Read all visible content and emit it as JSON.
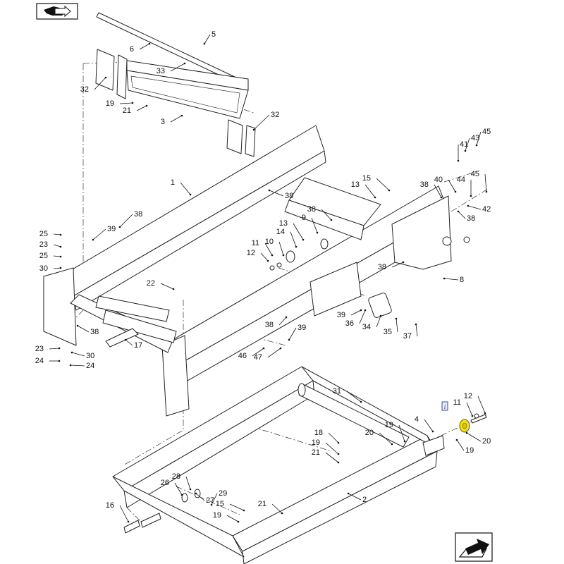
{
  "callouts": [
    {
      "id": "c5",
      "text": "5"
    },
    {
      "id": "c6",
      "text": "6"
    },
    {
      "id": "c33",
      "text": "33"
    },
    {
      "id": "c32a",
      "text": "32"
    },
    {
      "id": "c19a",
      "text": "19"
    },
    {
      "id": "c21a",
      "text": "21"
    },
    {
      "id": "c3",
      "text": "3"
    },
    {
      "id": "c32b",
      "text": "32"
    },
    {
      "id": "c45a",
      "text": "45"
    },
    {
      "id": "c43",
      "text": "43"
    },
    {
      "id": "c41",
      "text": "41"
    },
    {
      "id": "c45b",
      "text": "45"
    },
    {
      "id": "c40",
      "text": "40"
    },
    {
      "id": "c44",
      "text": "44"
    },
    {
      "id": "c38a",
      "text": "38"
    },
    {
      "id": "c42",
      "text": "42"
    },
    {
      "id": "c38b",
      "text": "38"
    },
    {
      "id": "c1",
      "text": "1"
    },
    {
      "id": "c38c",
      "text": "38"
    },
    {
      "id": "c15a",
      "text": "15"
    },
    {
      "id": "c13a",
      "text": "13"
    },
    {
      "id": "c38d",
      "text": "38"
    },
    {
      "id": "c9",
      "text": "9"
    },
    {
      "id": "c13b",
      "text": "13"
    },
    {
      "id": "c14",
      "text": "14"
    },
    {
      "id": "c10a",
      "text": "10"
    },
    {
      "id": "c11a",
      "text": "11"
    },
    {
      "id": "c12a",
      "text": "12"
    },
    {
      "id": "c38e",
      "text": "38"
    },
    {
      "id": "c39a",
      "text": "39"
    },
    {
      "id": "c25a",
      "text": "25"
    },
    {
      "id": "c23a",
      "text": "23"
    },
    {
      "id": "c25b",
      "text": "25"
    },
    {
      "id": "c30a",
      "text": "30"
    },
    {
      "id": "c38f",
      "text": "38"
    },
    {
      "id": "c8",
      "text": "8"
    },
    {
      "id": "c22",
      "text": "22"
    },
    {
      "id": "c39b",
      "text": "39"
    },
    {
      "id": "c36",
      "text": "36"
    },
    {
      "id": "c34",
      "text": "34"
    },
    {
      "id": "c35",
      "text": "35"
    },
    {
      "id": "c37",
      "text": "37"
    },
    {
      "id": "c38g",
      "text": "38"
    },
    {
      "id": "c39c",
      "text": "39"
    },
    {
      "id": "c38h",
      "text": "38"
    },
    {
      "id": "c17",
      "text": "17"
    },
    {
      "id": "c46",
      "text": "46"
    },
    {
      "id": "c47",
      "text": "47"
    },
    {
      "id": "c23b",
      "text": "23"
    },
    {
      "id": "c30b",
      "text": "30"
    },
    {
      "id": "c24a",
      "text": "24"
    },
    {
      "id": "c24b",
      "text": "24"
    },
    {
      "id": "c31",
      "text": "31"
    },
    {
      "id": "c12b",
      "text": "12"
    },
    {
      "id": "c11b",
      "text": "11"
    },
    {
      "id": "c4",
      "text": "4"
    },
    {
      "id": "c19b",
      "text": "19"
    },
    {
      "id": "c20a",
      "text": "20"
    },
    {
      "id": "c18",
      "text": "18"
    },
    {
      "id": "c19c",
      "text": "19"
    },
    {
      "id": "c21b",
      "text": "21"
    },
    {
      "id": "c20b",
      "text": "20"
    },
    {
      "id": "c19d",
      "text": "19"
    },
    {
      "id": "c2",
      "text": "2"
    },
    {
      "id": "c28",
      "text": "28"
    },
    {
      "id": "c26",
      "text": "26"
    },
    {
      "id": "c27",
      "text": "27"
    },
    {
      "id": "c29",
      "text": "29"
    },
    {
      "id": "c16",
      "text": "16"
    },
    {
      "id": "c15b",
      "text": "15"
    },
    {
      "id": "c21c",
      "text": "21"
    },
    {
      "id": "c19e",
      "text": "19"
    }
  ],
  "info_marker": "i",
  "highlight_color": "#f5e400",
  "icons": {
    "top_left": "return-to-index-icon",
    "bottom_right": "next-page-arrow-icon"
  }
}
